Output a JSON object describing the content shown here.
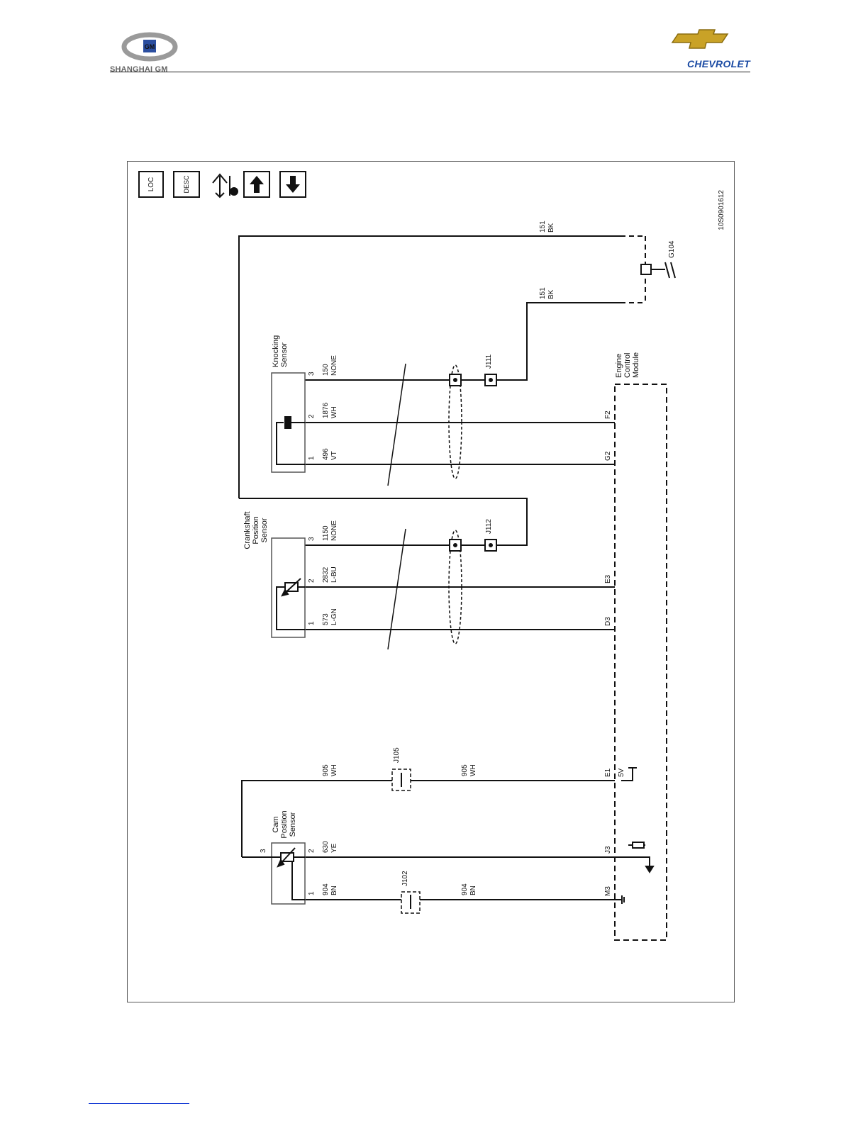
{
  "header": {
    "left_logo_text": "SHANGHAI GM",
    "left_logo_badge": "GM",
    "right_logo_text": "CHEVROLET"
  },
  "toolbar": {
    "loc_label": "LOC",
    "desc_label": "DESC",
    "service_icon": "hoist-wrench-icon",
    "up_icon": "arrow-up-icon",
    "down_icon": "arrow-down-icon"
  },
  "diagram_id": "10S0901612",
  "ground": {
    "label": "G104"
  },
  "components": {
    "knock_sensor": {
      "line1": "Knocking",
      "line2": "Sensor"
    },
    "crank_sensor": {
      "line1": "Crankshaft",
      "line2": "Position",
      "line3": "Sensor"
    },
    "cam_sensor": {
      "line1": "Cam",
      "line2": "Position",
      "line3": "Sensor"
    },
    "ecm": {
      "line1": "Engine",
      "line2": "Control",
      "line3": "Module"
    }
  },
  "wires": {
    "w151a": {
      "circuit": "151",
      "color": "BK"
    },
    "w151b": {
      "circuit": "151",
      "color": "BK"
    },
    "ks3": {
      "pin": "3",
      "circuit": "150",
      "color": "NONE"
    },
    "ks2": {
      "pin": "2",
      "circuit": "1876",
      "color": "WH"
    },
    "ks1": {
      "pin": "1",
      "circuit": "496",
      "color": "VT"
    },
    "cks3": {
      "pin": "3",
      "circuit": "1150",
      "color": "NONE"
    },
    "cks2": {
      "pin": "2",
      "circuit": "2832",
      "color": "L-BU"
    },
    "cks1": {
      "pin": "1",
      "circuit": "573",
      "color": "L-GN"
    },
    "cam3": {
      "pin": "3",
      "circuit": "905",
      "color": "WH"
    },
    "cam3b": {
      "circuit": "905",
      "color": "WH"
    },
    "cam2": {
      "pin": "2",
      "circuit": "630",
      "color": "YE"
    },
    "cam1": {
      "pin": "1",
      "circuit": "904",
      "color": "BN"
    },
    "cam1b": {
      "circuit": "904",
      "color": "BN"
    }
  },
  "splices": {
    "j111": "J111",
    "j112": "J112",
    "j105": "J105",
    "j102": "J102"
  },
  "ecm_pins": {
    "f2": "F2",
    "g2": "G2",
    "e3": "E3",
    "d3": "D3",
    "e1": "E1",
    "v5": "5V",
    "j3": "J3",
    "m3": "M3"
  }
}
